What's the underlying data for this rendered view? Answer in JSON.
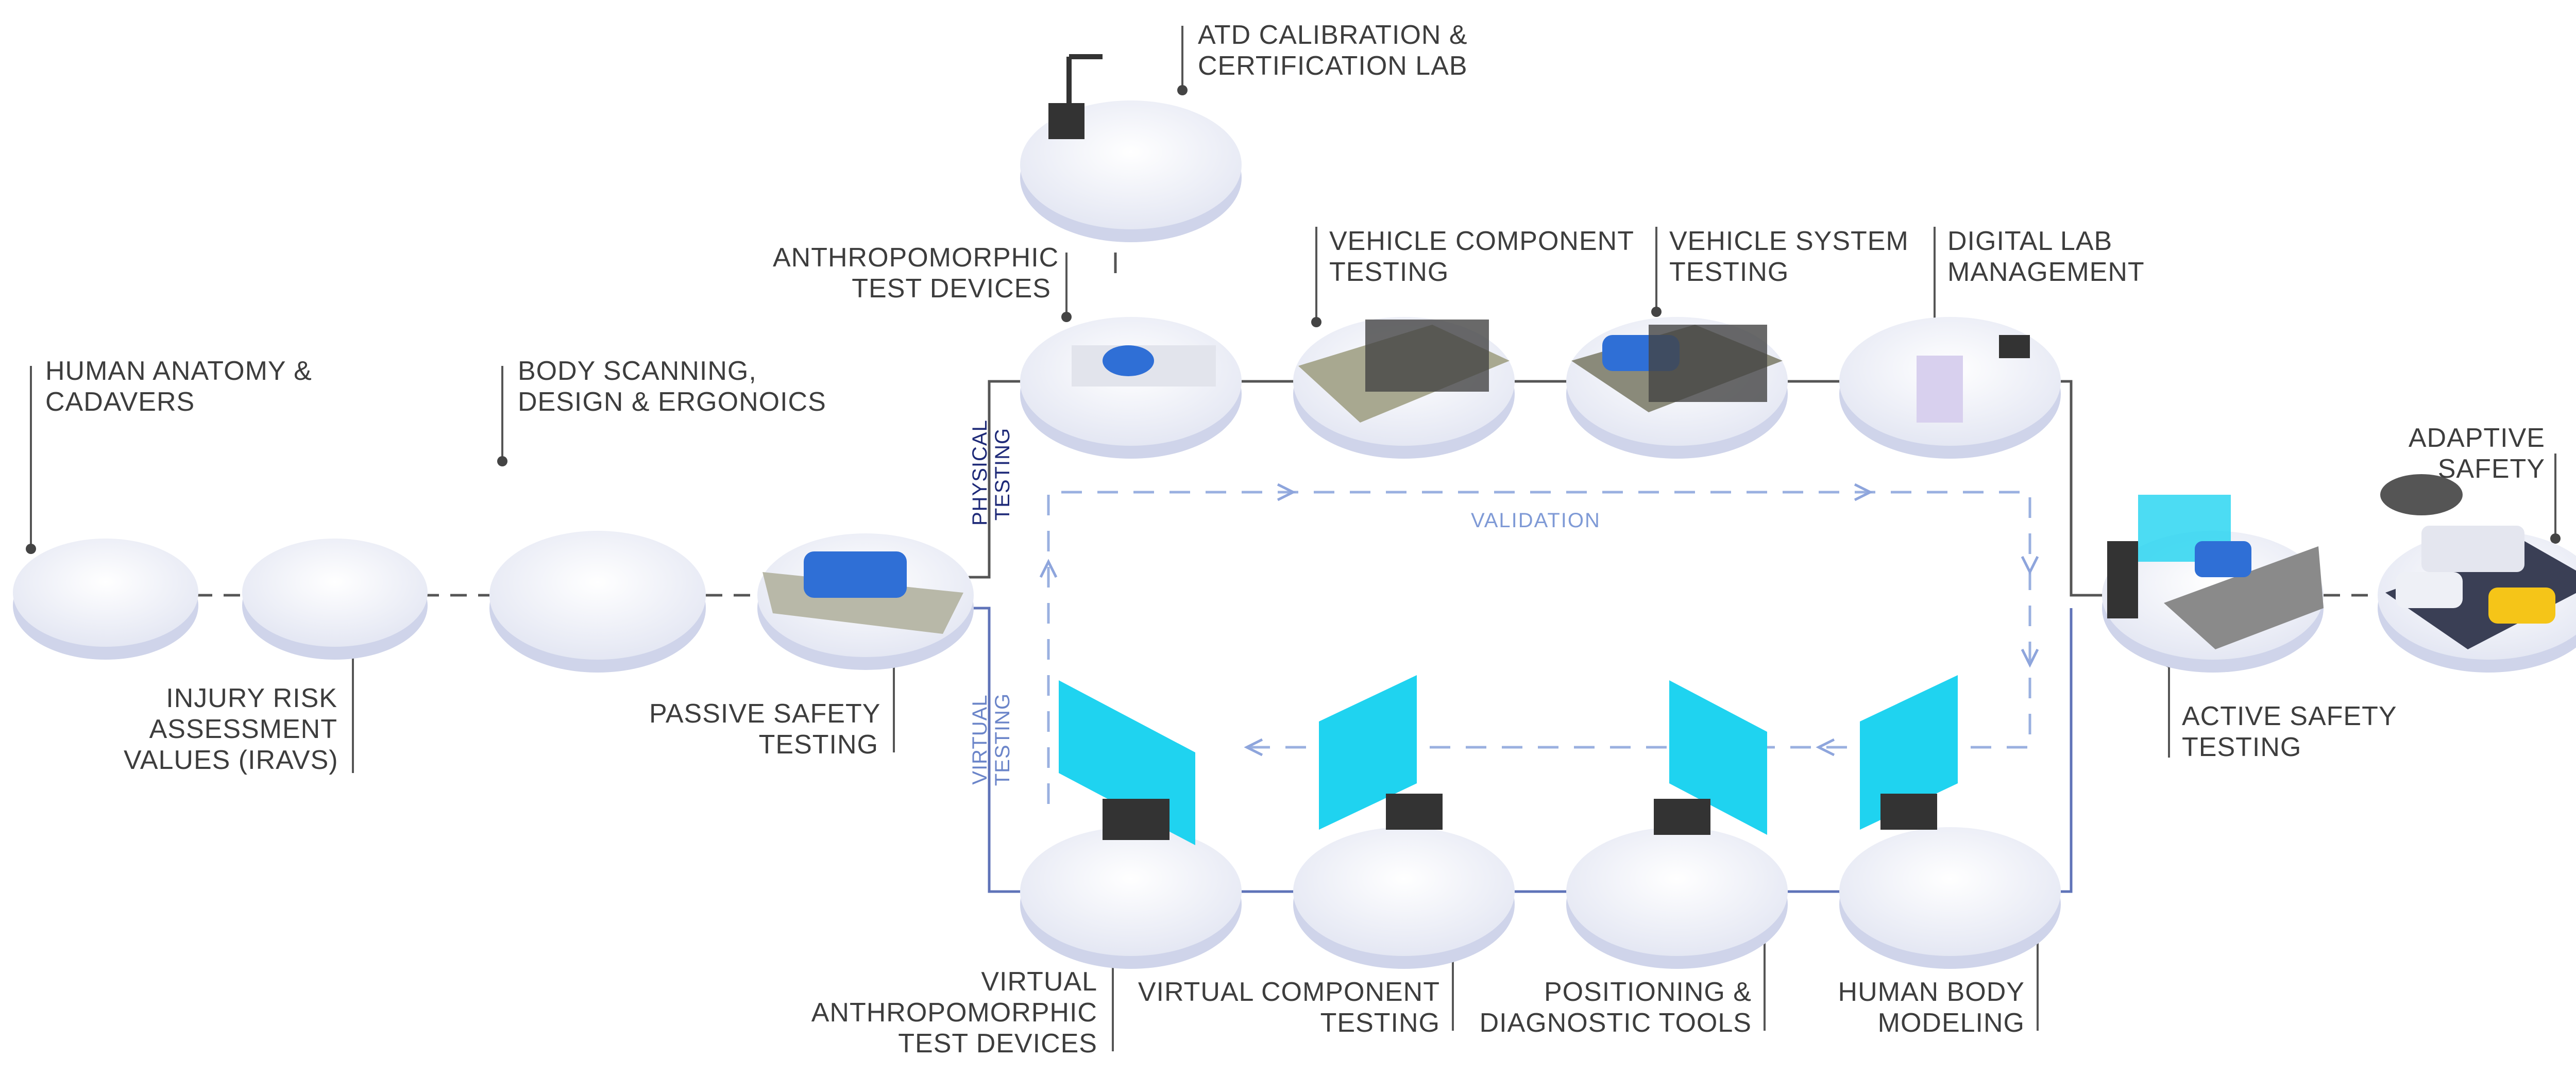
{
  "labels": {
    "human_anatomy": "HUMAN ANATOMY &\nCADAVERS",
    "injury_risk": "INJURY RISK\nASSESSMENT\nVALUES (IRAVS)",
    "body_scanning": "BODY SCANNING,\nDESIGN & ERGONOICS",
    "passive_safety": "PASSIVE SAFETY\nTESTING",
    "atd_calibration": "ATD CALIBRATION &\nCERTIFICATION LAB",
    "anthropomorphic": "ANTHROPOMORPHIC\nTEST DEVICES",
    "vehicle_component": "VEHICLE COMPONENT\nTESTING",
    "vehicle_system": "VEHICLE SYSTEM\nTESTING",
    "digital_lab": "DIGITAL LAB\nMANAGEMENT",
    "adaptive_safety": "ADAPTIVE\nSAFETY",
    "active_safety": "ACTIVE SAFETY\nTESTING",
    "virtual_anthropomorphic": "VIRTUAL\nANTHROPOMORPHIC\nTEST DEVICES",
    "virtual_component": "VIRTUAL COMPONENT\nTESTING",
    "positioning": "POSITIONING &\nDIAGNOSTIC TOOLS",
    "human_body_modeling": "HUMAN BODY\nMODELING",
    "physical_testing": "PHYSICAL\nTESTING",
    "virtual_testing": "VIRTUAL\nTESTING",
    "validation": "VALIDATION"
  },
  "colors": {
    "text": "#3d3d3d",
    "physical": "#1e2a78",
    "virtual": "#6b85c9",
    "validation": "#7f9ad6",
    "platform": "#eceef7",
    "platform_rim": "#c8cde6",
    "screen": "#1fd3f0",
    "leader": "#555555"
  }
}
